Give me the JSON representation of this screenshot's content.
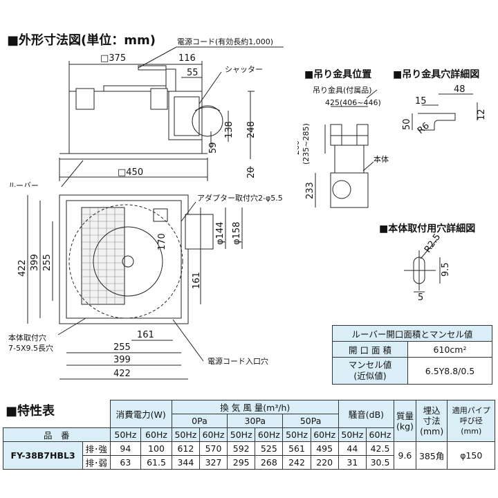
{
  "headings": {
    "outline": "■外形寸法図(単位：mm)",
    "hanger_pos": "■吊り金具位置",
    "hanger_hole": "■吊り金具穴詳細図",
    "body_hole": "■本体取付用穴詳細図",
    "spec": "■特性表"
  },
  "side_view": {
    "cord": "電源コード(有効長約1,000)",
    "shutter": "シャッター",
    "louver": "ルーバー",
    "d_375": "□375",
    "d_116": "116",
    "d_55": "55",
    "d_248": "248",
    "d_138": "138",
    "d_59": "59",
    "d_20": "20",
    "d_450": "□450"
  },
  "bottom_view": {
    "adapter": "アダプター取付穴2-φ5.5",
    "body_hole_1": "本体取付穴",
    "body_hole_2": "7-5X9.5長穴",
    "cord_entry": "電源コード入口穴",
    "d_422v": "422",
    "d_399v": "399",
    "d_255v": "255",
    "d_170": "170",
    "d_161v": "161",
    "d_144": "φ144",
    "d_158": "φ158",
    "d_161h": "161",
    "d_255h": "255",
    "d_399h": "399",
    "d_422h": "422"
  },
  "hanger_position": {
    "fitting": "吊り金具(付属品)",
    "d_425": "425(406~446)",
    "d_260": "260",
    "d_260sub": "(235~285)",
    "body": "本体",
    "d_233": "233"
  },
  "hanger_hole_detail": {
    "d_48": "48",
    "d_15": "15",
    "d_12": "12",
    "d_50": "50",
    "d_r6": "R6"
  },
  "body_hole_detail": {
    "d_r25": "R2.5",
    "d_95": "9.5",
    "d_5": "5"
  },
  "louver_table": {
    "title": "ルーバー開口面積とマンセル値",
    "area_label": "開 口 面 積",
    "area_value": "610cm²",
    "munsell_label_1": "マンセル値",
    "munsell_label_2": "(近似値)",
    "munsell_value": "6.5Y8.8/0.5"
  },
  "spec_table": {
    "h_power": "消費電力(W)",
    "h_airflow": "換 気 風 量(m³/h)",
    "h_0pa": "0Pa",
    "h_30pa": "30Pa",
    "h_50pa": "50Pa",
    "h_noise": "騒音(dB)",
    "h_mass_1": "質量",
    "h_mass_2": "(kg)",
    "h_embed_1": "埋込",
    "h_embed_2": "寸法",
    "h_embed_3": "(mm)",
    "h_pipe_1": "適用パイプ",
    "h_pipe_2": "呼び径",
    "h_pipe_3": "(mm)",
    "h_model": "品　番",
    "hz": [
      "50Hz",
      "60Hz",
      "50Hz",
      "60Hz",
      "50Hz",
      "60Hz",
      "50Hz",
      "60Hz",
      "50Hz",
      "60Hz"
    ],
    "model": "FY-38B7HBL3",
    "rows": [
      {
        "mode": "排･強",
        "values": [
          "94",
          "100",
          "612",
          "570",
          "592",
          "525",
          "561",
          "495",
          "44",
          "42.5"
        ]
      },
      {
        "mode": "排･弱",
        "values": [
          "63",
          "61.5",
          "344",
          "327",
          "295",
          "268",
          "242",
          "220",
          "31",
          "30.5"
        ]
      }
    ],
    "mass": "9.6",
    "embed": "385角",
    "pipe": "φ150"
  }
}
